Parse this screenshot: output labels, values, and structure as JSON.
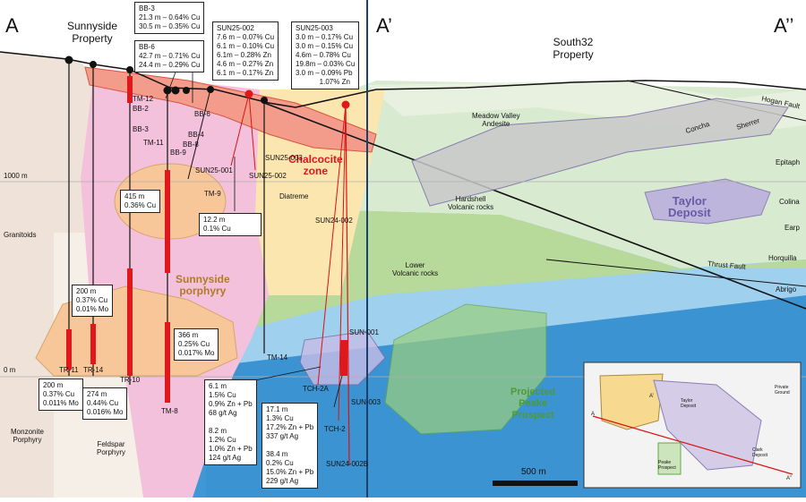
{
  "section_labels": {
    "a": "A",
    "a_prime": "A’",
    "a_double_prime": "A’’"
  },
  "properties": {
    "sunnyside": [
      "Sunnyside",
      "Property"
    ],
    "south32": [
      "South32",
      "Property"
    ]
  },
  "elevations": {
    "e1000": "1000 m",
    "e0": "0 m"
  },
  "rock_units": {
    "granitoids": "Granitoids",
    "monzonite": [
      "Monzonite",
      "Porphyry"
    ],
    "feldspar": [
      "Feldspar",
      "Porphyry"
    ],
    "diatreme": "Diatreme",
    "meadow": [
      "Meadow Valley",
      "Andesite"
    ],
    "hardshell": [
      "Hardshell",
      "Volcanic rocks"
    ],
    "lower": [
      "Lower",
      "Volcanic rocks"
    ]
  },
  "zones": {
    "chalcocite": [
      "Chalcocite",
      "zone"
    ],
    "sunnyside_porphyry": [
      "Sunnyside",
      "porphyry"
    ],
    "taylor": [
      "Taylor",
      "Deposit"
    ],
    "peake": [
      "Projected",
      "Peake",
      "Prospect"
    ]
  },
  "faults": {
    "hogan": "Hogan Fault",
    "thrust": "Thrust Fault"
  },
  "formations": [
    "Concha",
    "Sherrer",
    "Epitaph",
    "Colina",
    "Earp",
    "Horquilla",
    "Abrigo"
  ],
  "holes": {
    "bb2": "BB-2",
    "bb3": "BB-3",
    "bb4": "BB-4",
    "bb6": "BB-6",
    "bb8": "BB-8",
    "bb9": "BB-9",
    "tm12": "TM-12",
    "tm11": "TM-11",
    "tm9": "TM-9",
    "tm14": "TM-14",
    "tm10": "TR-10",
    "tm8": "TM-8",
    "tr11": "TR-11",
    "tr14": "TR-14",
    "sun25_001": "SUN25-001",
    "sun25_002": "SUN25-002",
    "sun25_003": "SUN25-003",
    "sun24_002": "SUN24-002",
    "sun001": "SUN-001",
    "sun003": "SUN-003",
    "tch2a": "TCH-2A",
    "tch2": "TCH-2",
    "sun24_002b": "SUN24-002B"
  },
  "intercepts": {
    "bb3": "BB-3\n21.3 m – 0.64% Cu\n30.5 m – 0.35% Cu",
    "bb6": "BB-6\n42.7 m – 0.71% Cu\n24.4 m – 0.29% Cu",
    "sun25_002": "SUN25-002\n7.6 m – 0.07% Cu\n6.1 m – 0.10% Cu\n6.1m – 0.28% Zn\n4.6 m – 0.27% Zn\n6.1 m – 0.17% Zn",
    "sun25_003": "SUN25-003\n3.0 m – 0.17% Cu\n3.0 m – 0.15% Cu\n4.6m – 0.78% Cu\n19.8m – 0.03% Cu\n3.0 m – 0.09% Pb\n            1.07% Zn",
    "tm9": "415 m\n0.36% Cu",
    "sun25_001": "12.2 m\n0.1% Cu",
    "tr14": "200 m\n0.37% Cu\n0.01% Mo",
    "tm8": "366 m\n0.25% Cu\n0.017% Mo",
    "tr11": "200 m\n0.37% Cu\n0.011% Mo",
    "tr10": "274 m\n0.44% Cu\n0.016% Mo",
    "tch2a": "6.1 m\n1.5% Cu\n0.9% Zn + Pb\n68 g/t Ag\n\n8.2 m\n1.2% Cu\n1.0% Zn + Pb\n124 g/t Ag",
    "sun003": "17.1 m\n1.3% Cu\n17.2% Zn + Pb\n337 g/t Ag\n\n38.4 m\n0.2% Cu\n15.0% Zn + Pb\n229 g/t Ag"
  },
  "scale_label": "500 m",
  "inset": {
    "taylor": "Taylor\nDeposit",
    "clark": "Clark\nDeposit",
    "private": "Private\nGround",
    "peake": "Peake\nProspect",
    "a": "A",
    "a1": "A’",
    "a2": "A’’"
  },
  "colors": {
    "pink": "#f4c2dc",
    "red": "#e0171b",
    "orange": "#f7c79a",
    "yellow": "#fbe6b0",
    "green": "#cde3b5",
    "blue": "#3a98d6",
    "grey": "#c9c9c9"
  }
}
